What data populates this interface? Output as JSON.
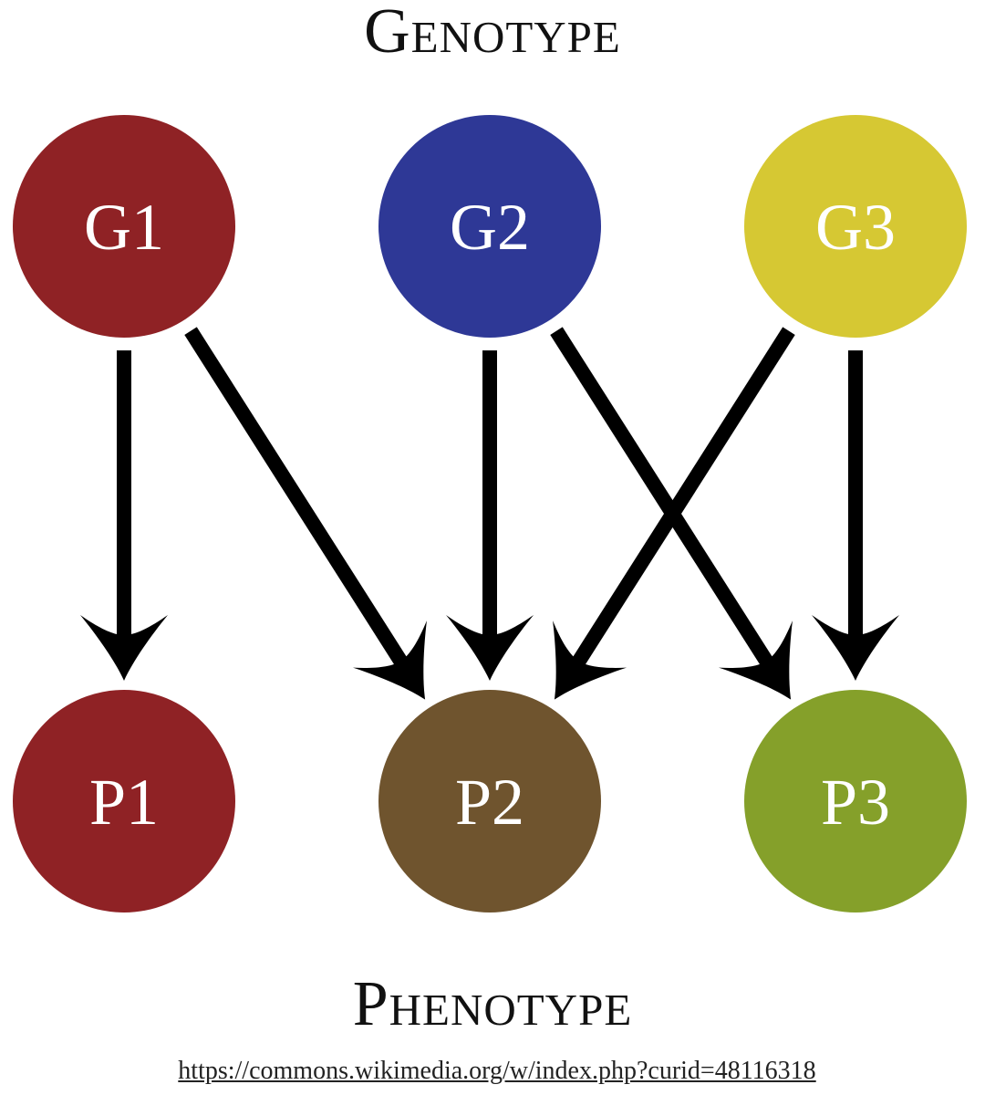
{
  "titles": {
    "top": "Genotype",
    "bottom": "Phenotype"
  },
  "genotypes": [
    {
      "id": "G1",
      "label": "G1",
      "color": "#8f2225"
    },
    {
      "id": "G2",
      "label": "G2",
      "color": "#2e3896"
    },
    {
      "id": "G3",
      "label": "G3",
      "color": "#d6c833"
    }
  ],
  "phenotypes": [
    {
      "id": "P1",
      "label": "P1",
      "color": "#8f2225"
    },
    {
      "id": "P2",
      "label": "P2",
      "color": "#6f542e"
    },
    {
      "id": "P3",
      "label": "P3",
      "color": "#85a02a"
    }
  ],
  "edges": [
    {
      "from": "G1",
      "to": "P1"
    },
    {
      "from": "G1",
      "to": "P2"
    },
    {
      "from": "G2",
      "to": "P2"
    },
    {
      "from": "G2",
      "to": "P3"
    },
    {
      "from": "G3",
      "to": "P2"
    },
    {
      "from": "G3",
      "to": "P3"
    }
  ],
  "source": "https://commons.wikimedia.org/w/index.php?curid=48116318"
}
